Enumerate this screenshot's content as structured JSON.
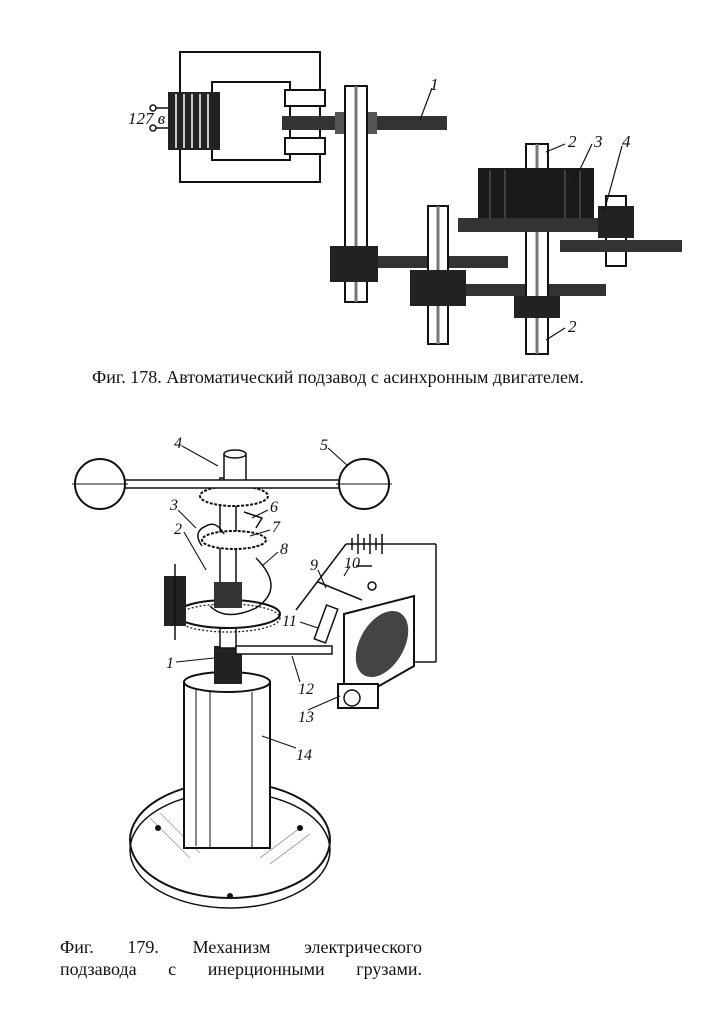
{
  "fig178": {
    "voltage_label": "127 в",
    "labels": {
      "n1": "1",
      "n2a": "2",
      "n2b": "2",
      "n3": "3",
      "n4": "4"
    },
    "caption": "Фиг. 178. Автоматический подзавод с асинхронным двигателем."
  },
  "fig179": {
    "labels": {
      "n1": "1",
      "n2": "2",
      "n3": "3",
      "n4": "4",
      "n5": "5",
      "n6": "6",
      "n7": "7",
      "n8": "8",
      "n9": "9",
      "n10": "10",
      "n11": "11",
      "n12": "12",
      "n13": "13",
      "n14": "14"
    },
    "caption_line1": "Фиг. 179. Механизм электрического",
    "caption_line2": "подзавода с инерционными грузами."
  }
}
